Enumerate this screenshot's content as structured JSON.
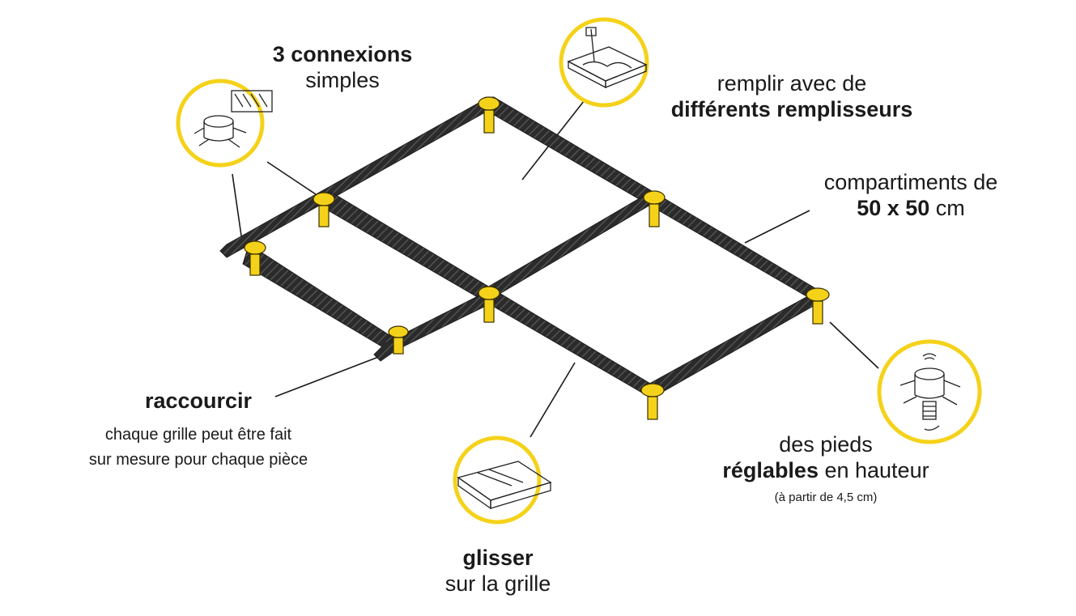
{
  "colors": {
    "accent": "#f5d21a",
    "frame": "#2b2b2b",
    "leader": "#1a1a1a"
  },
  "callouts": {
    "connexions": {
      "bold": "3 connexions",
      "normal": "simples"
    },
    "remplir": {
      "normal": "remplir avec de",
      "bold": "différents remplisseurs"
    },
    "compartiments": {
      "normal": "compartiments de",
      "bold": "50 x 50",
      "unit": " cm"
    },
    "raccourcir": {
      "bold": "raccourcir",
      "line1": "chaque grille peut être fait",
      "line2": "sur mesure pour chaque pièce"
    },
    "glisser": {
      "bold": "glisser",
      "normal": "sur la grille"
    },
    "pieds": {
      "normal": "des pieds",
      "bold": "réglables",
      "rest": " en hauteur",
      "note": "(à partir de 4,5 cm)"
    }
  },
  "icons": [
    "connector-detail-icon",
    "filler-plate-icon",
    "slide-rail-icon",
    "adjustable-foot-icon"
  ]
}
